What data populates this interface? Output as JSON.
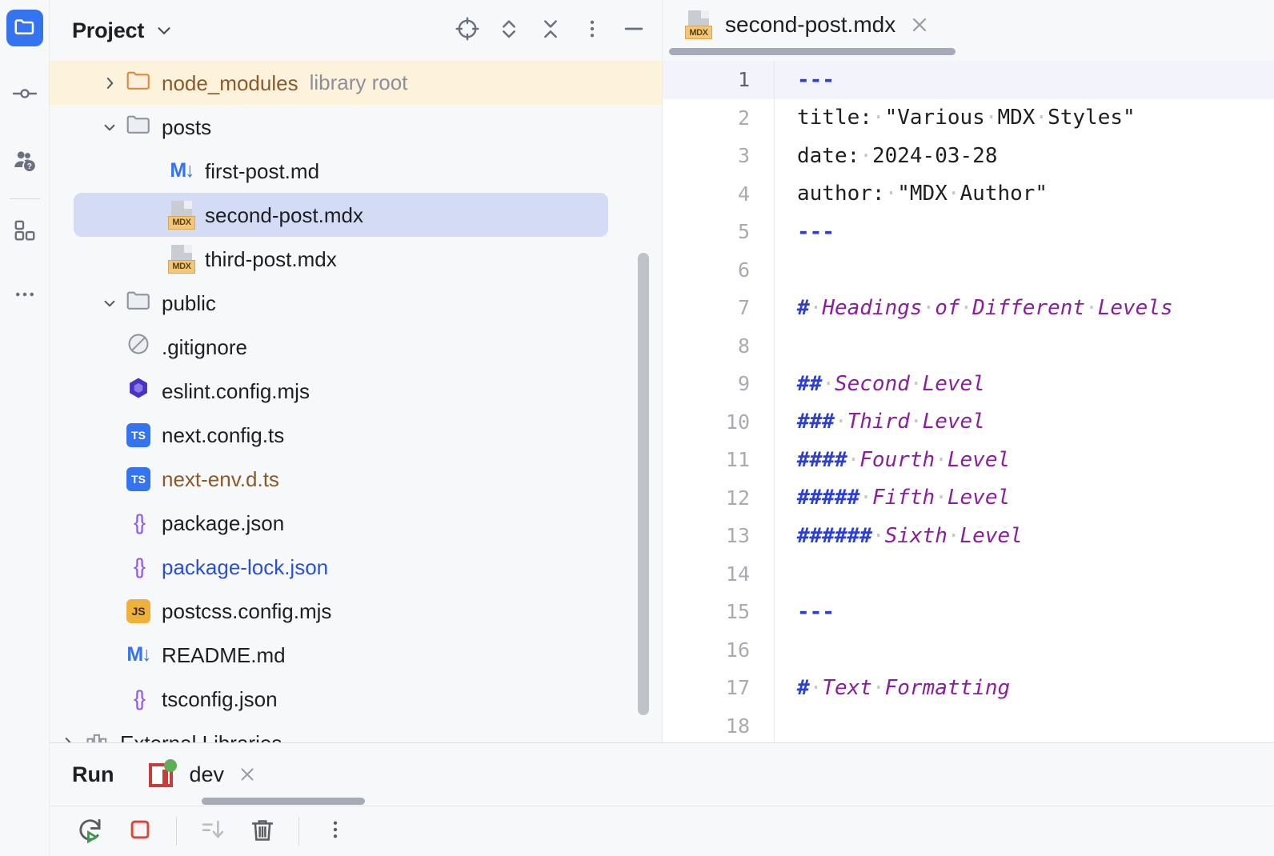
{
  "activity_bar": {
    "items": [
      {
        "name": "project",
        "icon": "folder-icon",
        "active": true
      },
      {
        "name": "version-control",
        "icon": "commit-node-icon",
        "active": false
      },
      {
        "name": "ai-assistant",
        "icon": "assistant-question-icon",
        "active": false
      },
      {
        "name": "plugins",
        "icon": "plugins-squares-icon",
        "active": false
      },
      {
        "name": "more-tool-windows",
        "icon": "more-horizontal-icon",
        "active": false
      }
    ]
  },
  "project_panel": {
    "title": "Project",
    "title_chevron": "chevron-down-icon",
    "tools": [
      {
        "name": "select-opened-file",
        "icon": "crosshair-target-icon",
        "tooltip": "Select Opened File"
      },
      {
        "name": "expand-all",
        "icon": "expand-chevrons-icon",
        "tooltip": "Expand All"
      },
      {
        "name": "collapse-all",
        "icon": "collapse-chevrons-icon",
        "tooltip": "Collapse All"
      },
      {
        "name": "options-menu",
        "icon": "more-vertical-icon",
        "tooltip": "Options"
      },
      {
        "name": "hide-panel",
        "icon": "minimize-icon",
        "tooltip": "Hide"
      }
    ],
    "tree": [
      {
        "label": "node_modules",
        "sublabel": "library root",
        "icon": "folder-orange-icon",
        "twisty": "collapsed",
        "indent": 1,
        "color": "brown",
        "row_highlight": "library-root",
        "selected": false
      },
      {
        "label": "posts",
        "sublabel": "",
        "icon": "folder-icon",
        "twisty": "expanded",
        "indent": 1,
        "color": "default",
        "row_highlight": "",
        "selected": false
      },
      {
        "label": "first-post.md",
        "sublabel": "",
        "icon": "markdown-icon",
        "twisty": "none",
        "indent": 2,
        "color": "default",
        "row_highlight": "",
        "selected": false
      },
      {
        "label": "second-post.mdx",
        "sublabel": "",
        "icon": "mdx-icon",
        "twisty": "none",
        "indent": 2,
        "color": "default",
        "row_highlight": "",
        "selected": true
      },
      {
        "label": "third-post.mdx",
        "sublabel": "",
        "icon": "mdx-icon",
        "twisty": "none",
        "indent": 2,
        "color": "default",
        "row_highlight": "",
        "selected": false
      },
      {
        "label": "public",
        "sublabel": "",
        "icon": "folder-icon",
        "twisty": "expanded",
        "indent": 1,
        "color": "default",
        "row_highlight": "",
        "selected": false
      },
      {
        "label": ".gitignore",
        "sublabel": "",
        "icon": "ignored-file-icon",
        "twisty": "none",
        "indent": 1,
        "color": "default",
        "row_highlight": "",
        "selected": false
      },
      {
        "label": "eslint.config.mjs",
        "sublabel": "",
        "icon": "eslint-icon",
        "twisty": "none",
        "indent": 1,
        "color": "default",
        "row_highlight": "",
        "selected": false
      },
      {
        "label": "next.config.ts",
        "sublabel": "",
        "icon": "typescript-icon",
        "twisty": "none",
        "indent": 1,
        "color": "default",
        "row_highlight": "",
        "selected": false
      },
      {
        "label": "next-env.d.ts",
        "sublabel": "",
        "icon": "typescript-icon",
        "twisty": "none",
        "indent": 1,
        "color": "brown",
        "row_highlight": "",
        "selected": false
      },
      {
        "label": "package.json",
        "sublabel": "",
        "icon": "json-icon",
        "twisty": "none",
        "indent": 1,
        "color": "default",
        "row_highlight": "",
        "selected": false
      },
      {
        "label": "package-lock.json",
        "sublabel": "",
        "icon": "json-icon",
        "twisty": "none",
        "indent": 1,
        "color": "blue",
        "row_highlight": "",
        "selected": false
      },
      {
        "label": "postcss.config.mjs",
        "sublabel": "",
        "icon": "javascript-icon",
        "twisty": "none",
        "indent": 1,
        "color": "default",
        "row_highlight": "",
        "selected": false
      },
      {
        "label": "README.md",
        "sublabel": "",
        "icon": "markdown-icon",
        "twisty": "none",
        "indent": 1,
        "color": "default",
        "row_highlight": "",
        "selected": false
      },
      {
        "label": "tsconfig.json",
        "sublabel": "",
        "icon": "json-icon",
        "twisty": "none",
        "indent": 1,
        "color": "default",
        "row_highlight": "",
        "selected": false
      },
      {
        "label": "External Libraries",
        "sublabel": "",
        "icon": "external-libraries-icon",
        "twisty": "collapsed",
        "indent": 0,
        "color": "default",
        "row_highlight": "",
        "selected": false
      }
    ]
  },
  "editor": {
    "tab": {
      "label": "second-post.mdx",
      "icon": "mdx-icon",
      "close_icon": "close-icon",
      "active": true
    },
    "caret_line": 1,
    "lines": [
      {
        "n": "1",
        "segments": [
          {
            "t": "---",
            "k": "hr"
          }
        ]
      },
      {
        "n": "2",
        "segments": [
          {
            "t": "title:",
            "k": "plain"
          },
          {
            "t": "·",
            "k": "ws"
          },
          {
            "t": "\"Various",
            "k": "plain"
          },
          {
            "t": "·",
            "k": "ws"
          },
          {
            "t": "MDX",
            "k": "plain"
          },
          {
            "t": "·",
            "k": "ws"
          },
          {
            "t": "Styles\"",
            "k": "plain"
          }
        ]
      },
      {
        "n": "3",
        "segments": [
          {
            "t": "date:",
            "k": "plain"
          },
          {
            "t": "·",
            "k": "ws"
          },
          {
            "t": "2024-03-28",
            "k": "plain"
          }
        ]
      },
      {
        "n": "4",
        "segments": [
          {
            "t": "author:",
            "k": "plain"
          },
          {
            "t": "·",
            "k": "ws"
          },
          {
            "t": "\"MDX",
            "k": "plain"
          },
          {
            "t": "·",
            "k": "ws"
          },
          {
            "t": "Author\"",
            "k": "plain"
          }
        ]
      },
      {
        "n": "5",
        "segments": [
          {
            "t": "---",
            "k": "hr"
          }
        ]
      },
      {
        "n": "6",
        "segments": []
      },
      {
        "n": "7",
        "segments": [
          {
            "t": "#",
            "k": "hash"
          },
          {
            "t": "·",
            "k": "ws"
          },
          {
            "t": "Headings",
            "k": "head"
          },
          {
            "t": "·",
            "k": "ws"
          },
          {
            "t": "of",
            "k": "head"
          },
          {
            "t": "·",
            "k": "ws"
          },
          {
            "t": "Different",
            "k": "head"
          },
          {
            "t": "·",
            "k": "ws"
          },
          {
            "t": "Levels",
            "k": "head"
          }
        ]
      },
      {
        "n": "8",
        "segments": []
      },
      {
        "n": "9",
        "segments": [
          {
            "t": "##",
            "k": "hash"
          },
          {
            "t": "·",
            "k": "ws"
          },
          {
            "t": "Second",
            "k": "head"
          },
          {
            "t": "·",
            "k": "ws"
          },
          {
            "t": "Level",
            "k": "head"
          }
        ]
      },
      {
        "n": "10",
        "segments": [
          {
            "t": "###",
            "k": "hash"
          },
          {
            "t": "·",
            "k": "ws"
          },
          {
            "t": "Third",
            "k": "head"
          },
          {
            "t": "·",
            "k": "ws"
          },
          {
            "t": "Level",
            "k": "head"
          }
        ]
      },
      {
        "n": "11",
        "segments": [
          {
            "t": "####",
            "k": "hash"
          },
          {
            "t": "·",
            "k": "ws"
          },
          {
            "t": "Fourth",
            "k": "head"
          },
          {
            "t": "·",
            "k": "ws"
          },
          {
            "t": "Level",
            "k": "head"
          }
        ]
      },
      {
        "n": "12",
        "segments": [
          {
            "t": "#####",
            "k": "hash"
          },
          {
            "t": "·",
            "k": "ws"
          },
          {
            "t": "Fifth",
            "k": "head"
          },
          {
            "t": "·",
            "k": "ws"
          },
          {
            "t": "Level",
            "k": "head"
          }
        ]
      },
      {
        "n": "13",
        "segments": [
          {
            "t": "######",
            "k": "hash"
          },
          {
            "t": "·",
            "k": "ws"
          },
          {
            "t": "Sixth",
            "k": "head"
          },
          {
            "t": "·",
            "k": "ws"
          },
          {
            "t": "Level",
            "k": "head"
          }
        ]
      },
      {
        "n": "14",
        "segments": []
      },
      {
        "n": "15",
        "segments": [
          {
            "t": "---",
            "k": "hr"
          }
        ]
      },
      {
        "n": "16",
        "segments": []
      },
      {
        "n": "17",
        "segments": [
          {
            "t": "#",
            "k": "hash"
          },
          {
            "t": "·",
            "k": "ws"
          },
          {
            "t": "Text",
            "k": "head"
          },
          {
            "t": "·",
            "k": "ws"
          },
          {
            "t": "Formatting",
            "k": "head"
          }
        ]
      },
      {
        "n": "18",
        "segments": []
      }
    ]
  },
  "run_panel": {
    "title": "Run",
    "tab": {
      "label": "dev",
      "icon": "run-config-icon",
      "status": "running",
      "close_icon": "close-icon"
    },
    "toolbar": [
      {
        "name": "rerun-button",
        "icon": "rerun-icon",
        "disabled": false
      },
      {
        "name": "stop-button",
        "icon": "stop-square-icon",
        "disabled": false
      },
      {
        "name": "scroll-to-end-button",
        "icon": "scroll-to-end-icon",
        "disabled": true
      },
      {
        "name": "clear-all-button",
        "icon": "trash-icon",
        "disabled": false
      },
      {
        "name": "run-more-button",
        "icon": "more-vertical-icon",
        "disabled": false
      }
    ]
  },
  "colors": {
    "accent_blue": "#3574f0",
    "selection_blue": "#d4dcf5",
    "library_root_yellow": "#fdf3dc",
    "heading_purple": "#8a1f9e",
    "markup_blue": "#2b3fd4",
    "brown_text": "#8a5a2b",
    "panel_bg": "#f7f8fa",
    "running_green": "#5fad56"
  }
}
